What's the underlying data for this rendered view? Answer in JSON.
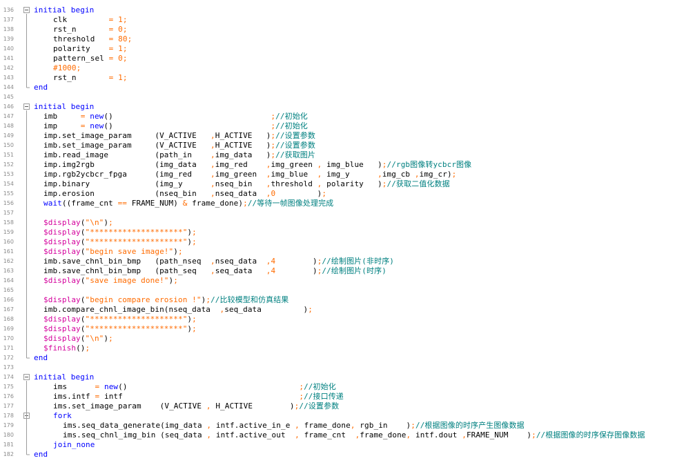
{
  "editor": {
    "language": "SystemVerilog",
    "colors": {
      "keyword": "#0000ff",
      "number_string_operator": "#ff6b00",
      "system_task": "#d4009c",
      "comment": "#008080",
      "line_number": "#8a8a8a",
      "text": "#000000"
    },
    "fold_icon": "fold-collapse-icon",
    "lines": [
      {
        "n": "",
        "fold": false,
        "indent": 0,
        "segs": []
      },
      {
        "n": "136",
        "fold": true,
        "indent": 0,
        "segs": [
          [
            "kw",
            "initial begin"
          ]
        ]
      },
      {
        "n": "137",
        "fold": false,
        "indent": 2,
        "segs": [
          [
            "var",
            "clk         "
          ],
          [
            "op",
            "= "
          ],
          [
            "num",
            "1"
          ],
          [
            "op",
            ";"
          ]
        ]
      },
      {
        "n": "138",
        "fold": false,
        "indent": 2,
        "segs": [
          [
            "var",
            "rst_n       "
          ],
          [
            "op",
            "= "
          ],
          [
            "num",
            "0"
          ],
          [
            "op",
            ";"
          ]
        ]
      },
      {
        "n": "139",
        "fold": false,
        "indent": 2,
        "segs": [
          [
            "var",
            "threshold   "
          ],
          [
            "op",
            "= "
          ],
          [
            "num",
            "80"
          ],
          [
            "op",
            ";"
          ]
        ]
      },
      {
        "n": "140",
        "fold": false,
        "indent": 2,
        "segs": [
          [
            "var",
            "polarity    "
          ],
          [
            "op",
            "= "
          ],
          [
            "num",
            "1"
          ],
          [
            "op",
            ";"
          ]
        ]
      },
      {
        "n": "141",
        "fold": false,
        "indent": 2,
        "segs": [
          [
            "var",
            "pattern_sel "
          ],
          [
            "op",
            "= "
          ],
          [
            "num",
            "0"
          ],
          [
            "op",
            ";"
          ]
        ]
      },
      {
        "n": "142",
        "fold": false,
        "indent": 2,
        "segs": [
          [
            "num",
            "#1000"
          ],
          [
            "op",
            ";"
          ]
        ]
      },
      {
        "n": "143",
        "fold": false,
        "indent": 2,
        "segs": [
          [
            "var",
            "rst_n       "
          ],
          [
            "op",
            "= "
          ],
          [
            "num",
            "1"
          ],
          [
            "op",
            ";"
          ]
        ]
      },
      {
        "n": "144",
        "fold": false,
        "indent": 0,
        "segs": [
          [
            "kw",
            "end"
          ]
        ]
      },
      {
        "n": "145",
        "fold": false,
        "indent": 0,
        "segs": []
      },
      {
        "n": "146",
        "fold": true,
        "indent": 0,
        "segs": [
          [
            "kw",
            "initial begin"
          ]
        ]
      },
      {
        "n": "147",
        "fold": false,
        "indent": 1,
        "segs": [
          [
            "var",
            "imb     "
          ],
          [
            "op",
            "= "
          ],
          [
            "kw",
            "new"
          ],
          [
            "var",
            "()                                  "
          ],
          [
            "op",
            ";"
          ],
          [
            "cmt",
            "//初始化"
          ]
        ]
      },
      {
        "n": "148",
        "fold": false,
        "indent": 1,
        "segs": [
          [
            "var",
            "imp     "
          ],
          [
            "op",
            "= "
          ],
          [
            "kw",
            "new"
          ],
          [
            "var",
            "()                                  "
          ],
          [
            "op",
            ";"
          ],
          [
            "cmt",
            "//初始化"
          ]
        ]
      },
      {
        "n": "149",
        "fold": false,
        "indent": 1,
        "segs": [
          [
            "var",
            "imp.set_image_param     (V_ACTIVE   "
          ],
          [
            "op",
            ","
          ],
          [
            "var",
            "H_ACTIVE   )"
          ],
          [
            "op",
            ";"
          ],
          [
            "cmt",
            "//设置参数"
          ]
        ]
      },
      {
        "n": "150",
        "fold": false,
        "indent": 1,
        "segs": [
          [
            "var",
            "imb.set_image_param     (V_ACTIVE   "
          ],
          [
            "op",
            ","
          ],
          [
            "var",
            "H_ACTIVE   )"
          ],
          [
            "op",
            ";"
          ],
          [
            "cmt",
            "//设置参数"
          ]
        ]
      },
      {
        "n": "151",
        "fold": false,
        "indent": 1,
        "segs": [
          [
            "var",
            "imb.read_image          (path_in    "
          ],
          [
            "op",
            ","
          ],
          [
            "var",
            "img_data   )"
          ],
          [
            "op",
            ";"
          ],
          [
            "cmt",
            "//获取图片"
          ]
        ]
      },
      {
        "n": "152",
        "fold": false,
        "indent": 1,
        "segs": [
          [
            "var",
            "imp.img2rgb             (img_data   "
          ],
          [
            "op",
            ","
          ],
          [
            "var",
            "img_red    "
          ],
          [
            "op",
            ","
          ],
          [
            "var",
            "img_green "
          ],
          [
            "op",
            ", "
          ],
          [
            "var",
            "img_blue   )"
          ],
          [
            "op",
            ";"
          ],
          [
            "cmt",
            "//rgb图像转ycbcr图像"
          ]
        ]
      },
      {
        "n": "153",
        "fold": false,
        "indent": 1,
        "segs": [
          [
            "var",
            "imp.rgb2ycbcr_fpga      (img_red    "
          ],
          [
            "op",
            ","
          ],
          [
            "var",
            "img_green  "
          ],
          [
            "op",
            ","
          ],
          [
            "var",
            "img_blue  "
          ],
          [
            "op",
            ", "
          ],
          [
            "var",
            "img_y      "
          ],
          [
            "op",
            ","
          ],
          [
            "var",
            "img_cb "
          ],
          [
            "op",
            ","
          ],
          [
            "var",
            "img_cr)"
          ],
          [
            "op",
            ";"
          ]
        ]
      },
      {
        "n": "154",
        "fold": false,
        "indent": 1,
        "segs": [
          [
            "var",
            "imp.binary              (img_y      "
          ],
          [
            "op",
            ","
          ],
          [
            "var",
            "nseq_bin   "
          ],
          [
            "op",
            ","
          ],
          [
            "var",
            "threshold "
          ],
          [
            "op",
            ", "
          ],
          [
            "var",
            "polarity   )"
          ],
          [
            "op",
            ";"
          ],
          [
            "cmt",
            "//获取二值化数据"
          ]
        ]
      },
      {
        "n": "155",
        "fold": false,
        "indent": 1,
        "segs": [
          [
            "var",
            "imp.erosion             (nseq_bin   "
          ],
          [
            "op",
            ","
          ],
          [
            "var",
            "nseq_data  "
          ],
          [
            "op",
            ","
          ],
          [
            "num",
            "0"
          ],
          [
            "var",
            "         )"
          ],
          [
            "op",
            ";"
          ]
        ]
      },
      {
        "n": "156",
        "fold": false,
        "indent": 1,
        "segs": [
          [
            "kw",
            "wait"
          ],
          [
            "var",
            "((frame_cnt "
          ],
          [
            "op",
            "=="
          ],
          [
            "var",
            " FRAME_NUM) "
          ],
          [
            "op",
            "&"
          ],
          [
            "var",
            " frame_done)"
          ],
          [
            "op",
            ";"
          ],
          [
            "cmt",
            "//等待一帧图像处理完成"
          ]
        ]
      },
      {
        "n": "157",
        "fold": false,
        "indent": 0,
        "segs": []
      },
      {
        "n": "158",
        "fold": false,
        "indent": 1,
        "segs": [
          [
            "sys",
            "$display"
          ],
          [
            "var",
            "("
          ],
          [
            "str",
            "\"\\n\""
          ],
          [
            "var",
            ")"
          ],
          [
            "op",
            ";"
          ]
        ]
      },
      {
        "n": "159",
        "fold": false,
        "indent": 1,
        "segs": [
          [
            "sys",
            "$display"
          ],
          [
            "var",
            "("
          ],
          [
            "str",
            "\"********************\""
          ],
          [
            "var",
            ")"
          ],
          [
            "op",
            ";"
          ]
        ]
      },
      {
        "n": "160",
        "fold": false,
        "indent": 1,
        "segs": [
          [
            "sys",
            "$display"
          ],
          [
            "var",
            "("
          ],
          [
            "str",
            "\"********************\""
          ],
          [
            "var",
            ")"
          ],
          [
            "op",
            ";"
          ]
        ]
      },
      {
        "n": "161",
        "fold": false,
        "indent": 1,
        "segs": [
          [
            "sys",
            "$display"
          ],
          [
            "var",
            "("
          ],
          [
            "str",
            "\"begin save image!\""
          ],
          [
            "var",
            ")"
          ],
          [
            "op",
            ";"
          ]
        ]
      },
      {
        "n": "162",
        "fold": false,
        "indent": 1,
        "segs": [
          [
            "var",
            "imb.save_chnl_bin_bmp   (path_nseq  "
          ],
          [
            "op",
            ","
          ],
          [
            "var",
            "nseq_data  "
          ],
          [
            "op",
            ","
          ],
          [
            "num",
            "4"
          ],
          [
            "var",
            "        )"
          ],
          [
            "op",
            ";"
          ],
          [
            "cmt",
            "//绘制图片(非时序)"
          ]
        ]
      },
      {
        "n": "163",
        "fold": false,
        "indent": 1,
        "segs": [
          [
            "var",
            "imb.save_chnl_bin_bmp   (path_seq   "
          ],
          [
            "op",
            ","
          ],
          [
            "var",
            "seq_data   "
          ],
          [
            "op",
            ","
          ],
          [
            "num",
            "4"
          ],
          [
            "var",
            "        )"
          ],
          [
            "op",
            ";"
          ],
          [
            "cmt",
            "//绘制图片(时序)"
          ]
        ]
      },
      {
        "n": "164",
        "fold": false,
        "indent": 1,
        "segs": [
          [
            "sys",
            "$display"
          ],
          [
            "var",
            "("
          ],
          [
            "str",
            "\"save image done!\""
          ],
          [
            "var",
            ")"
          ],
          [
            "op",
            ";"
          ]
        ]
      },
      {
        "n": "165",
        "fold": false,
        "indent": 0,
        "segs": []
      },
      {
        "n": "166",
        "fold": false,
        "indent": 1,
        "segs": [
          [
            "sys",
            "$display"
          ],
          [
            "var",
            "("
          ],
          [
            "str",
            "\"begin compare erosion !\""
          ],
          [
            "var",
            ")"
          ],
          [
            "op",
            ";"
          ],
          [
            "cmt",
            "//比较模型和仿真结果"
          ]
        ]
      },
      {
        "n": "167",
        "fold": false,
        "indent": 1,
        "segs": [
          [
            "var",
            "imb.compare_chnl_image_bin(nseq_data  "
          ],
          [
            "op",
            ","
          ],
          [
            "var",
            "seq_data         )"
          ],
          [
            "op",
            ";"
          ]
        ]
      },
      {
        "n": "168",
        "fold": false,
        "indent": 1,
        "segs": [
          [
            "sys",
            "$display"
          ],
          [
            "var",
            "("
          ],
          [
            "str",
            "\"********************\""
          ],
          [
            "var",
            ")"
          ],
          [
            "op",
            ";"
          ]
        ]
      },
      {
        "n": "169",
        "fold": false,
        "indent": 1,
        "segs": [
          [
            "sys",
            "$display"
          ],
          [
            "var",
            "("
          ],
          [
            "str",
            "\"********************\""
          ],
          [
            "var",
            ")"
          ],
          [
            "op",
            ";"
          ]
        ]
      },
      {
        "n": "170",
        "fold": false,
        "indent": 1,
        "segs": [
          [
            "sys",
            "$display"
          ],
          [
            "var",
            "("
          ],
          [
            "str",
            "\"\\n\""
          ],
          [
            "var",
            ")"
          ],
          [
            "op",
            ";"
          ]
        ]
      },
      {
        "n": "171",
        "fold": false,
        "indent": 1,
        "segs": [
          [
            "sys",
            "$finish"
          ],
          [
            "var",
            "()"
          ],
          [
            "op",
            ";"
          ]
        ]
      },
      {
        "n": "172",
        "fold": false,
        "indent": 0,
        "segs": [
          [
            "kw",
            "end"
          ]
        ]
      },
      {
        "n": "173",
        "fold": false,
        "indent": 0,
        "segs": []
      },
      {
        "n": "174",
        "fold": true,
        "indent": 0,
        "segs": [
          [
            "kw",
            "initial begin"
          ]
        ]
      },
      {
        "n": "175",
        "fold": false,
        "indent": 2,
        "segs": [
          [
            "var",
            "ims      "
          ],
          [
            "op",
            "= "
          ],
          [
            "kw",
            "new"
          ],
          [
            "var",
            "()                                     "
          ],
          [
            "op",
            ";"
          ],
          [
            "cmt",
            "//初始化"
          ]
        ]
      },
      {
        "n": "176",
        "fold": false,
        "indent": 2,
        "segs": [
          [
            "var",
            "ims.intf "
          ],
          [
            "op",
            "= "
          ],
          [
            "var",
            "intf                                      "
          ],
          [
            "op",
            ";"
          ],
          [
            "cmt",
            "//接口传递"
          ]
        ]
      },
      {
        "n": "177",
        "fold": false,
        "indent": 2,
        "segs": [
          [
            "var",
            "ims.set_image_param    (V_ACTIVE "
          ],
          [
            "op",
            ","
          ],
          [
            "var",
            " H_ACTIVE        )"
          ],
          [
            "op",
            ";"
          ],
          [
            "cmt",
            "//设置参数"
          ]
        ]
      },
      {
        "n": "178",
        "fold": true,
        "indent": 2,
        "segs": [
          [
            "kw",
            "fork"
          ]
        ]
      },
      {
        "n": "179",
        "fold": false,
        "indent": 3,
        "segs": [
          [
            "var",
            "ims.seq_data_generate(img_data "
          ],
          [
            "op",
            ","
          ],
          [
            "var",
            " intf.active_in_e "
          ],
          [
            "op",
            ","
          ],
          [
            "var",
            " frame_done"
          ],
          [
            "op",
            ","
          ],
          [
            "var",
            " rgb_in    )"
          ],
          [
            "op",
            ";"
          ],
          [
            "cmt",
            "//根据图像的时序产生图像数据"
          ]
        ]
      },
      {
        "n": "180",
        "fold": false,
        "indent": 3,
        "segs": [
          [
            "var",
            "ims.seq_chnl_img_bin (seq_data "
          ],
          [
            "op",
            ","
          ],
          [
            "var",
            " intf.active_out  "
          ],
          [
            "op",
            ","
          ],
          [
            "var",
            " frame_cnt  "
          ],
          [
            "op",
            ","
          ],
          [
            "var",
            "frame_done"
          ],
          [
            "op",
            ","
          ],
          [
            "var",
            " intf.dout "
          ],
          [
            "op",
            ","
          ],
          [
            "var",
            "FRAME_NUM    )"
          ],
          [
            "op",
            ";"
          ],
          [
            "cmt",
            "//根据图像的时序保存图像数据"
          ]
        ]
      },
      {
        "n": "181",
        "fold": false,
        "indent": 2,
        "segs": [
          [
            "kw",
            "join_none"
          ]
        ]
      },
      {
        "n": "182",
        "fold": false,
        "indent": 0,
        "segs": [
          [
            "kw",
            "end"
          ]
        ]
      }
    ]
  }
}
